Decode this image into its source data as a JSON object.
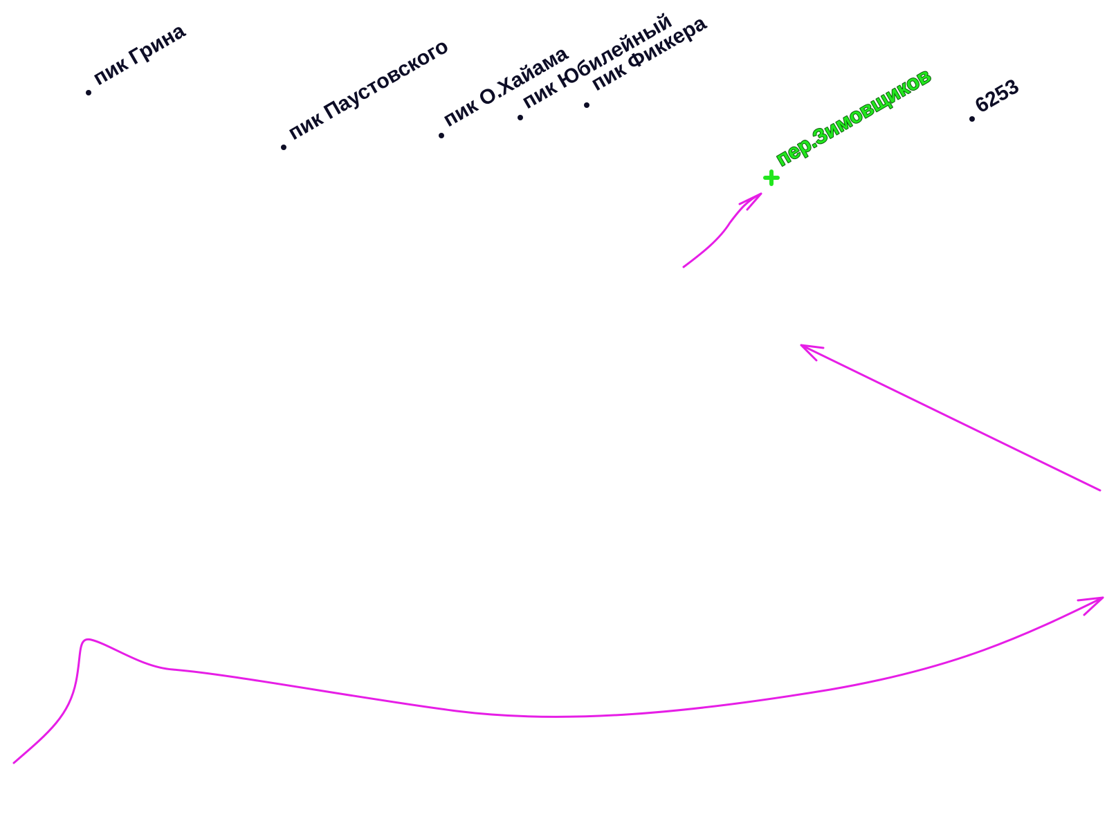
{
  "map": {
    "colors": {
      "label": "#0d0d26",
      "pass": "#22e61e",
      "route": "#e61ee6"
    },
    "peaks": [
      {
        "name": "пик Грина",
        "icon": "peak-dot-icon"
      },
      {
        "name": "пик Паустовского",
        "icon": "peak-dot-icon"
      },
      {
        "name": "пик О.Хайама",
        "icon": "peak-dot-icon"
      },
      {
        "name": "пик Юбилейный",
        "icon": "peak-dot-icon"
      },
      {
        "name": "пик Фиккера",
        "icon": "peak-dot-icon"
      },
      {
        "name": "6253",
        "icon": "peak-dot-icon"
      }
    ],
    "pass": {
      "name": "пер.Зимовщиков",
      "icon": "pass-cross-icon"
    },
    "routes": [
      {
        "name": "route-arrow-to-pass",
        "icon": "arrow-icon"
      },
      {
        "name": "route-arrow-upper-left",
        "icon": "arrow-icon"
      },
      {
        "name": "route-arrow-long-curve",
        "icon": "arrow-icon"
      }
    ]
  }
}
